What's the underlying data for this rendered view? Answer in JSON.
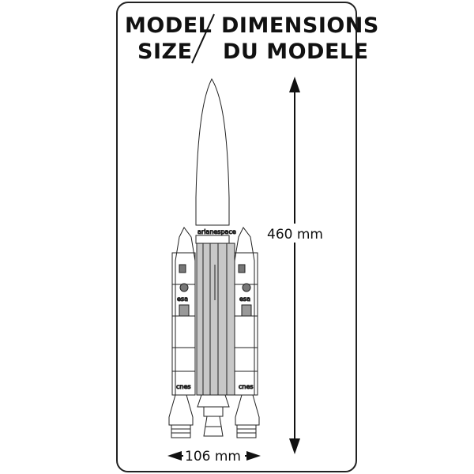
{
  "title": {
    "en_line1": "MODEL",
    "en_line2": "SIZE",
    "fr_line1": "DIMENSIONS",
    "fr_line2": "DU MODELE",
    "separator": "/"
  },
  "dimensions": {
    "height": "460 mm",
    "width": "106 mm"
  },
  "markings": {
    "core_logo": "arianespace",
    "booster_logo": "esa",
    "booster_bottom_logo": "cnes"
  },
  "colors": {
    "outline": "#111111",
    "core_fill": "#c8c8c8",
    "frame": "#222222"
  }
}
